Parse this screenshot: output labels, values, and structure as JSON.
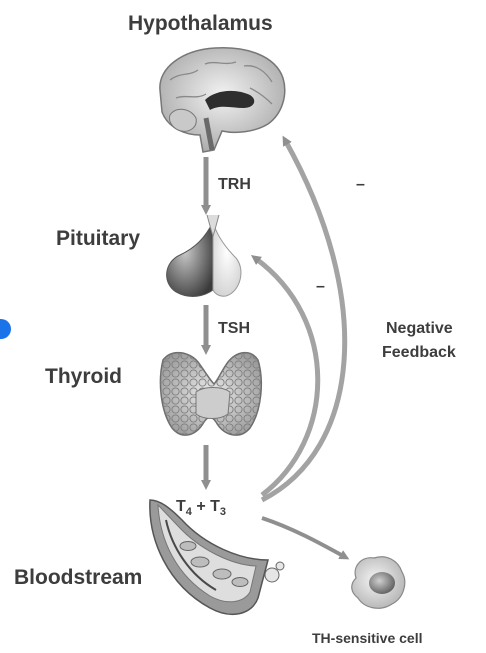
{
  "organs": {
    "hypothalamus": "Hypothalamus",
    "pituitary": "Pituitary",
    "thyroid": "Thyroid",
    "bloodstream": "Bloodstream",
    "cell": "TH-sensitive cell"
  },
  "hormones": {
    "trh": "TRH",
    "tsh": "TSH",
    "t4": "T",
    "t4_sub": "4",
    "plus": " + ",
    "t3": "T",
    "t3_sub": "3"
  },
  "feedback": {
    "label_line1": "Negative",
    "label_line2": "Feedback",
    "minus_hypothalamus": "–",
    "minus_pituitary": "–"
  },
  "colors": {
    "arrow": "#8f8f8f",
    "text": "#3d3d3d",
    "dot": "#1a73e8"
  }
}
